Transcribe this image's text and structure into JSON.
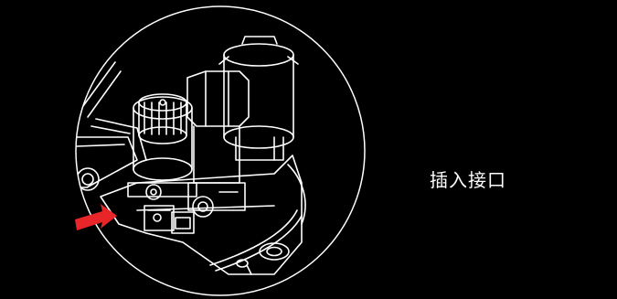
{
  "caption": {
    "text": "插入接口"
  },
  "colors": {
    "background": "#000000",
    "line_art": "#ffffff",
    "arrow": "#e8262a"
  },
  "illustration": {
    "subject": "machine-assembly-line-drawing",
    "pointer": "red-arrow-pointing-at-port"
  }
}
